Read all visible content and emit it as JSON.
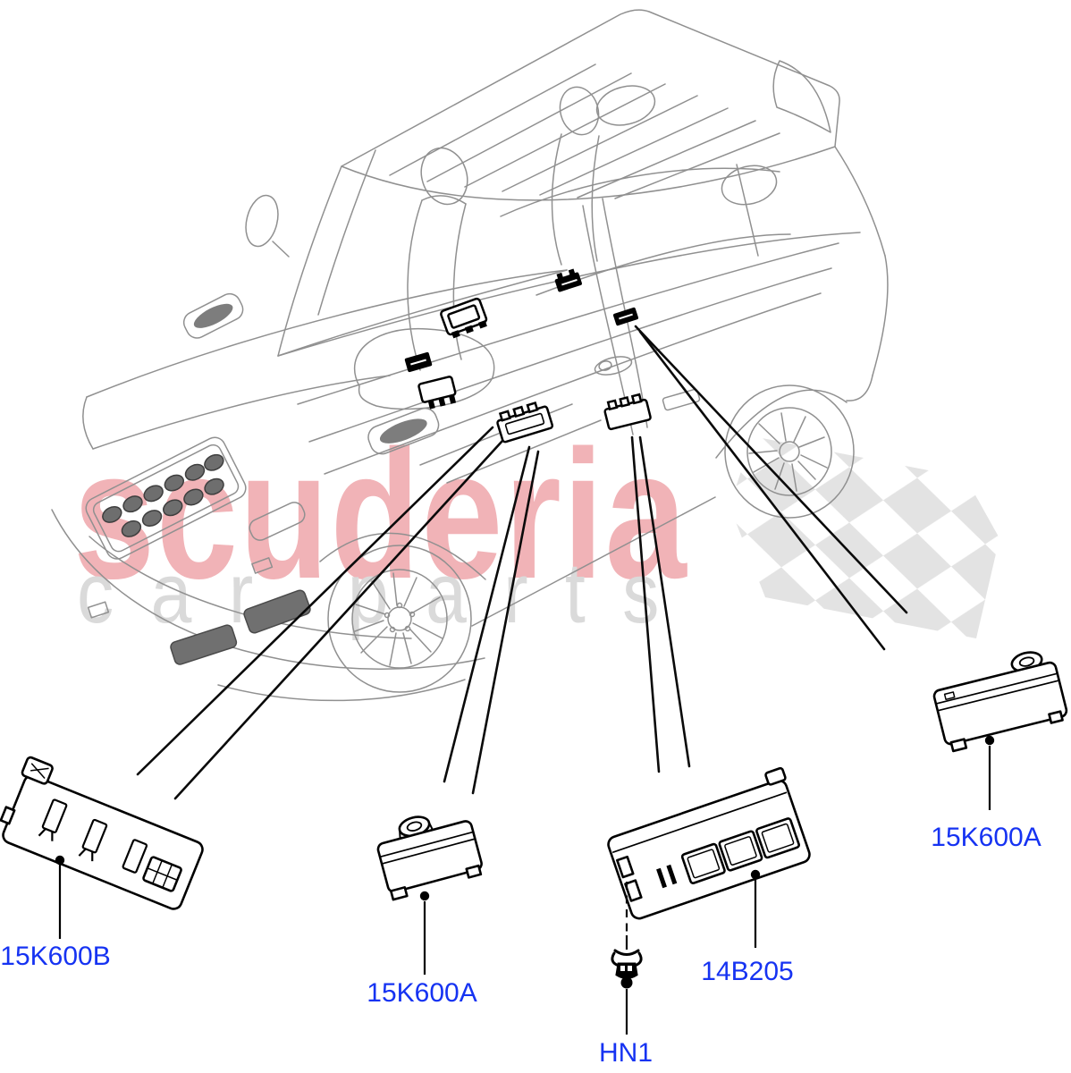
{
  "page": {
    "background": "#ffffff"
  },
  "watermark": {
    "title": "scuderia",
    "subtitle": "car parts",
    "title_color": "#f1b3b7",
    "subtitle_color": "#dadada",
    "flag_color": "#e3e3e3"
  },
  "diagram": {
    "description": "Vehicle seat control module locations with leader lines to part drawings",
    "line_color": "#909090",
    "leader_color": "#0a0a0a",
    "label_color": "#1633f2",
    "callouts": [
      {
        "part_no": "15K600B"
      },
      {
        "part_no": "15K600A"
      },
      {
        "part_no": "14B205"
      },
      {
        "part_no": "HN1"
      },
      {
        "part_no": "15K600A"
      }
    ]
  }
}
